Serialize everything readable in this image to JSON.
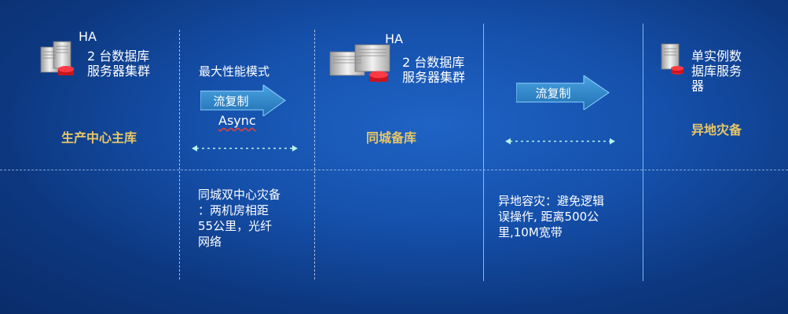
{
  "primary": {
    "ha": "HA",
    "cluster_line1": "2 台数据库",
    "cluster_line2": "服务器集群",
    "zone": "生产中心主库"
  },
  "standby": {
    "ha": "HA",
    "cluster_line1": "2 台数据库",
    "cluster_line2": "服务器集群",
    "zone": "同城备库"
  },
  "remote": {
    "line1": "单实例数",
    "line2": "据库服务",
    "line3": "器",
    "zone": "异地灾备"
  },
  "link1": {
    "mode": "最大性能模式",
    "arrow_label": "流复制",
    "async": "Async",
    "note_lines": [
      "同城双中心灾备",
      "：两机房相距",
      "55公里，光纤",
      "网络"
    ]
  },
  "link2": {
    "arrow_label": "流复制",
    "note_lines": [
      "异地容灾：避免逻辑",
      "误操作, 距离500公",
      "里,10M宽带"
    ]
  },
  "colors": {
    "zone_text": "#e8c766",
    "arrow_fill": "#2f86c9",
    "divider_solid": "#8cd2ff",
    "db_red": "#e0202a"
  }
}
